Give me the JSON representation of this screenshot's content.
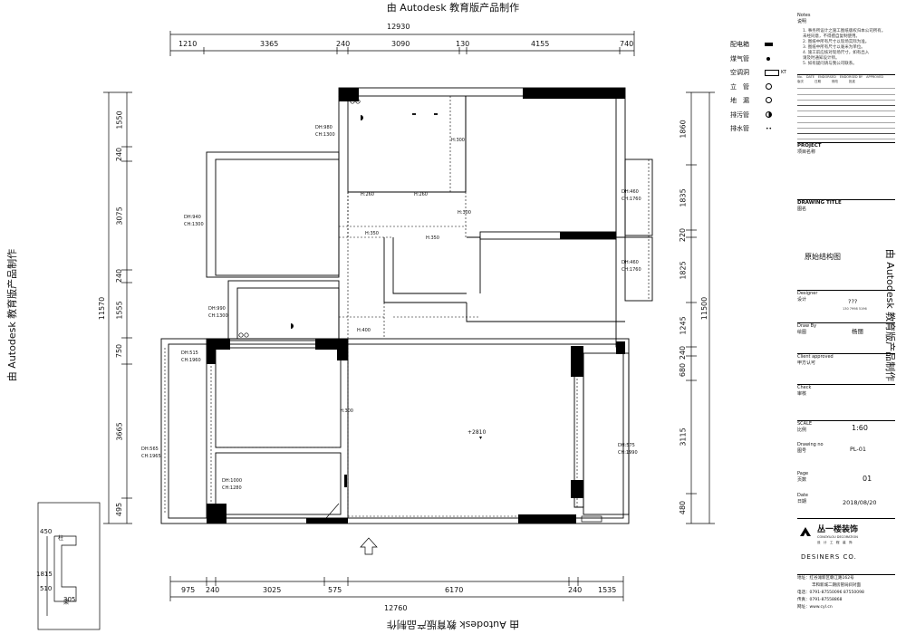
{
  "watermark": "由 Autodesk 教育版产品制作",
  "top_dims": {
    "total": "12930",
    "segments": [
      "1210",
      "3365",
      "240",
      "3090",
      "130",
      "4155",
      "740"
    ]
  },
  "bottom_dims": {
    "total": "12760",
    "segments": [
      "975",
      "240",
      "3025",
      "575",
      "6170",
      "240",
      "1535"
    ]
  },
  "left_dims": {
    "total": "11570",
    "segments": [
      "1550",
      "240",
      "3075",
      "240",
      "1555",
      "750",
      "3665",
      "495"
    ]
  },
  "right_dims": {
    "total": "11500",
    "segments": [
      "1860",
      "1835",
      "220",
      "1825",
      "1245",
      "240",
      "680",
      "3115",
      "480"
    ]
  },
  "inset_dims": [
    "450",
    "1815",
    "510",
    "305"
  ],
  "inset_labels": [
    "柱",
    "梁"
  ],
  "room_labels": [
    {
      "dh": "DH:980",
      "ch": "CH:1300"
    },
    {
      "dh": "DH:940",
      "ch": "CH:1300"
    },
    {
      "dh": "DH:990",
      "ch": "CH:1300"
    },
    {
      "dh": "DH:515",
      "ch": "CH:1960"
    },
    {
      "dh": "DH:565",
      "ch": "CH:1965"
    },
    {
      "dh": "DH:1000",
      "ch": "CH:1280"
    },
    {
      "dh": "DH:460",
      "ch": "CH:1760"
    },
    {
      "dh": "DH:460",
      "ch": "CH:1760"
    },
    {
      "dh": "DH:575",
      "ch": "CH:1990"
    }
  ],
  "beam_labels": [
    "H:300",
    "H:260",
    "H:260",
    "H:300",
    "H:350",
    "H:350",
    "H:400",
    "H:300"
  ],
  "elevation": "+2810",
  "legend": [
    {
      "label": "配电箱",
      "icon": "box-symbol"
    },
    {
      "label": "煤气管",
      "icon": "dot-symbol"
    },
    {
      "label": "空调洞",
      "icon": "rect-symbol",
      "suffix": "KT"
    },
    {
      "label": "立　管",
      "icon": "circle-symbol"
    },
    {
      "label": "地　漏",
      "icon": "target-symbol"
    },
    {
      "label": "排污管",
      "icon": "half-circle-symbol"
    },
    {
      "label": "排水管",
      "icon": "double-dot-symbol"
    }
  ],
  "title_block": {
    "notes_title": "Notes",
    "notes_cn": "说明",
    "notes_lines": [
      "1. 事务所设计之施工图纸版权归本公司所有。",
      "   未经同意，不得擅自复制使用。",
      "2. 图纸中所有尺寸以现场实际为准。",
      "3. 图纸中所有尺寸以毫米为单位。",
      "4. 施工前应核对现场尺寸，如有出入",
      "   请及时通知设计师。",
      "5. 如有疑问请与我公司联系。"
    ],
    "rev_headers": [
      "No.",
      "DATE",
      "ENDORSED",
      "ENDORSED BY",
      "APPROVED"
    ],
    "rev_headers_cn": [
      "版次",
      "日期",
      "修改",
      "批准"
    ],
    "project_en": "PROJECT",
    "project_cn": "项目名称",
    "drawing_title_en": "DRAWING TITLE",
    "drawing_title_cn": "图名",
    "drawing_title": "原始结构图",
    "designer_en": "Designer",
    "designer_cn": "设计",
    "designer_value": "???",
    "designer_sub": "130 7998 5196",
    "drawn_en": "Draw By",
    "drawn_cn": "绘图",
    "drawn_value": "杨丽",
    "client_en": "Client approved",
    "client_cn": "甲方认可",
    "check_en": "Check",
    "check_cn": "审核",
    "scale_en": "SCALE",
    "scale_cn": "比例",
    "scale_value": "1:60",
    "drawing_no_en": "Drawing no",
    "drawing_no_cn": "图号",
    "drawing_no_value": "PL-01",
    "page_en": "Page",
    "page_cn": "页数",
    "page_value": "01",
    "date_en": "Date",
    "date_cn": "日期",
    "date_value": "2018/08/20",
    "company_name": "丛一楼装饰",
    "company_en": "CONGYILOU DECORATION",
    "company_sub": "设　计　工　程　装　饰",
    "designers_co": "DESINERS CO.",
    "address_label": "地址：",
    "address_1": "红谷滩新区赣江路162号",
    "address_2": "丰和新城二期房管局斜对面",
    "tel_label": "电话：",
    "tel_value": "0791-87550096  87550098",
    "fax_label": "传真：",
    "fax_value": "0791-87558868",
    "web_label": "网址：",
    "web_value": "www.cyl.cn"
  }
}
